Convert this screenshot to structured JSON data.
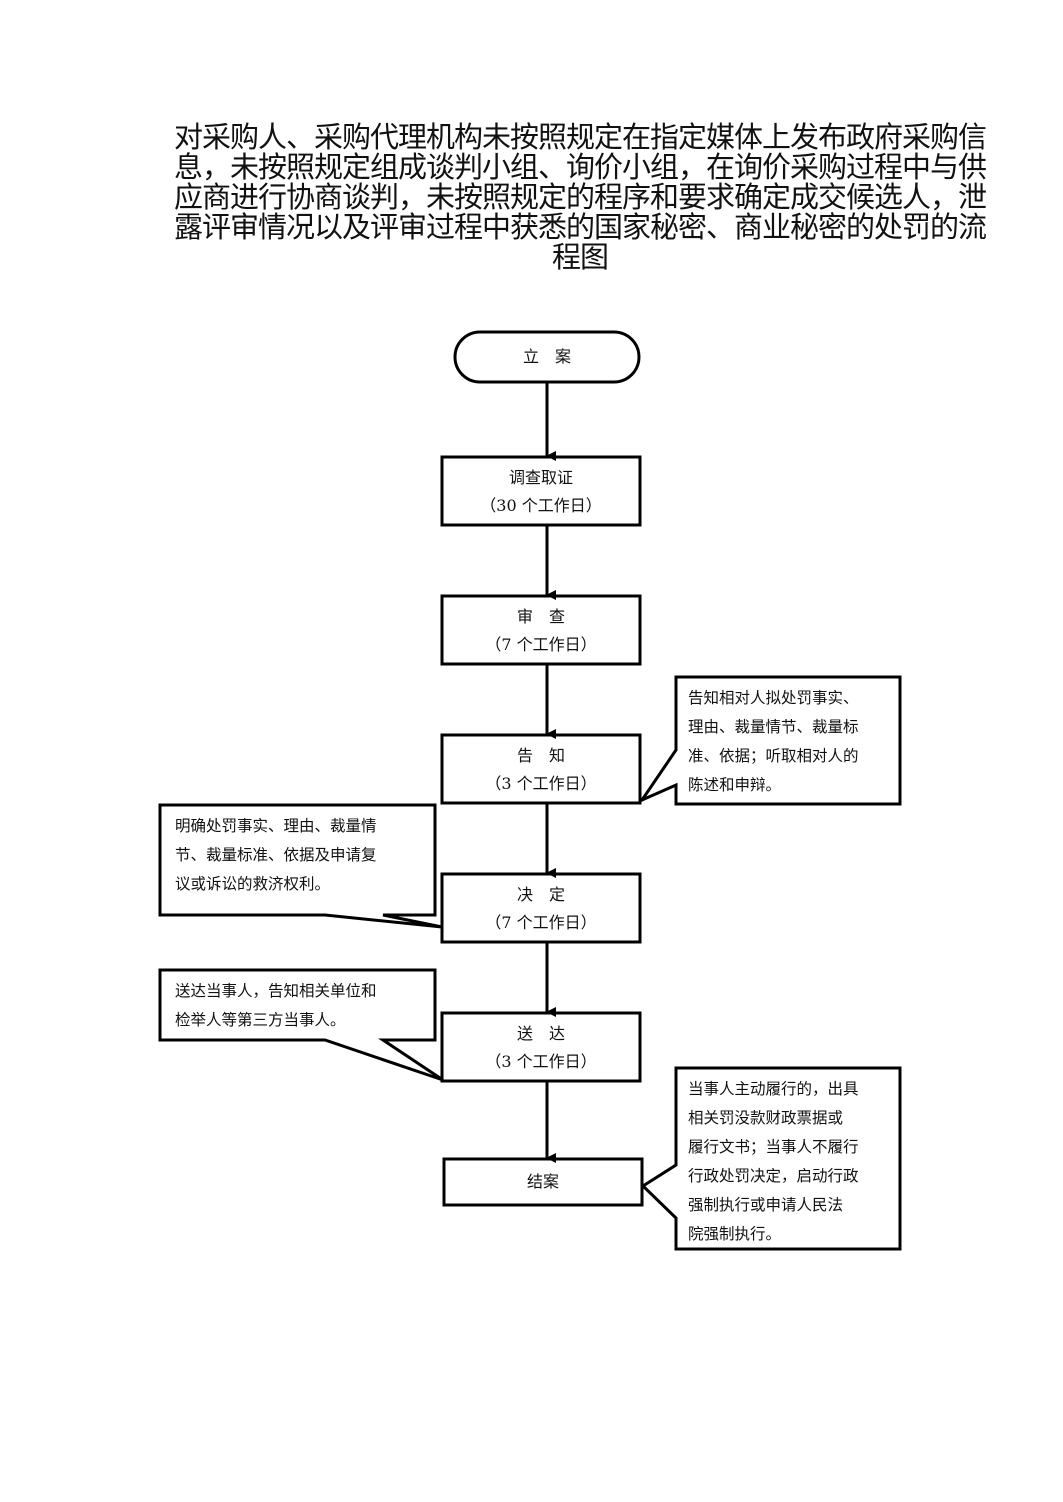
{
  "title": {
    "lines": [
      "对采购人、采购代理机构未按照规定在指定媒体上发布政府采购信",
      "息，未按照规定组成谈判小组、询价小组，在询价采购过程中与供",
      "应商进行协商谈判，未按照规定的程序和要求确定成交候选人，泄",
      "露评审情况以及评审过程中获悉的国家秘密、商业秘密的处罚的流",
      "程图"
    ]
  },
  "flow": {
    "start": {
      "label": "立　案"
    },
    "steps": [
      {
        "label": "调查取证",
        "duration": "（30 个工作日）"
      },
      {
        "label": "审　查",
        "duration": "（7 个工作日）"
      },
      {
        "label": "告　知",
        "duration": "（3 个工作日）"
      },
      {
        "label": "决　定",
        "duration": "（7 个工作日）"
      },
      {
        "label": "送　达",
        "duration": "（3 个工作日）"
      }
    ],
    "end": {
      "label": "结案"
    }
  },
  "callouts": {
    "notify": [
      "告知相对人拟处罚事实、",
      "理由、裁量情节、裁量标",
      "准、依据；听取相对人的",
      "陈述和申辩。"
    ],
    "decide": [
      "明确处罚事实、理由、裁量情",
      "节、裁量标准、依据及申请复",
      "议或诉讼的救济权利。"
    ],
    "deliver": [
      "送达当事人，告知相关单位和",
      "检举人等第三方当事人。"
    ],
    "close": [
      "当事人主动履行的，出具",
      "相关罚没款财政票据或",
      "履行文书；当事人不履行",
      "行政处罚决定，启动行政",
      "强制执行或申请人民法",
      "院强制执行。"
    ]
  }
}
